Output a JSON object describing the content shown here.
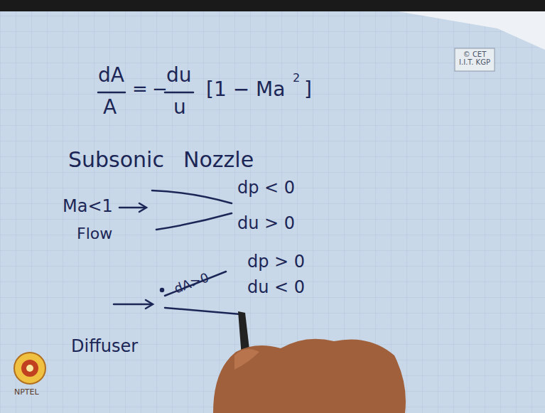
{
  "diagram": {
    "labels": [
      "dA",
      "A",
      "=",
      "−",
      "du",
      "u",
      "[1 − Ma",
      "2",
      "]",
      "Subsonic",
      "Nozzle",
      "Ma<1",
      "Flow",
      "dp < 0",
      "du > 0",
      "dA>0",
      "dp > 0",
      "du < 0",
      "Diffuser",
      "© CET I.I.T. KGP",
      "NPTEL"
    ]
  }
}
